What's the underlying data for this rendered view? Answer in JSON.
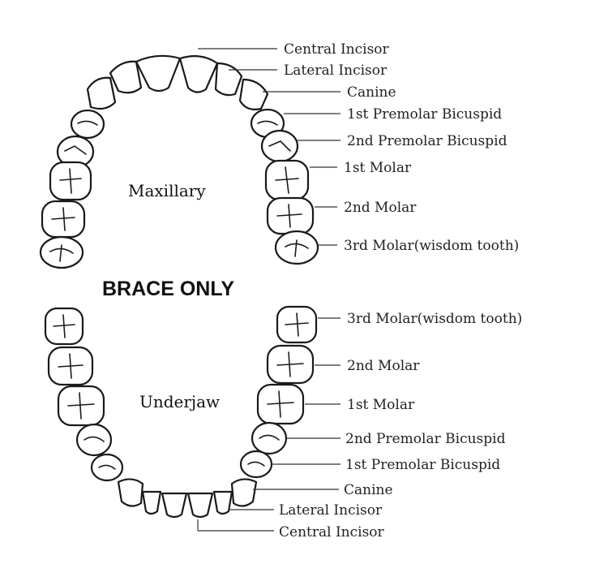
{
  "banner_text": "BRACE ONLY",
  "upper_arch": {
    "name": "Maxillary",
    "labels": [
      "Central Incisor",
      "Lateral Incisor",
      "Canine",
      "1st Premolar Bicuspid",
      "2nd Premolar Bicuspid",
      "1st Molar",
      "2nd Molar",
      "3rd Molar(wisdom tooth)"
    ]
  },
  "lower_arch": {
    "name": "Underjaw",
    "labels": [
      "3rd Molar(wisdom tooth)",
      "2nd Molar",
      "1st Molar",
      "2nd Premolar Bicuspid",
      "1st Premolar Bicuspid",
      "Canine",
      "Lateral Incisor",
      "Central Incisor"
    ]
  },
  "colors": {
    "ink": "#1a1a1a",
    "background": "#ffffff"
  }
}
